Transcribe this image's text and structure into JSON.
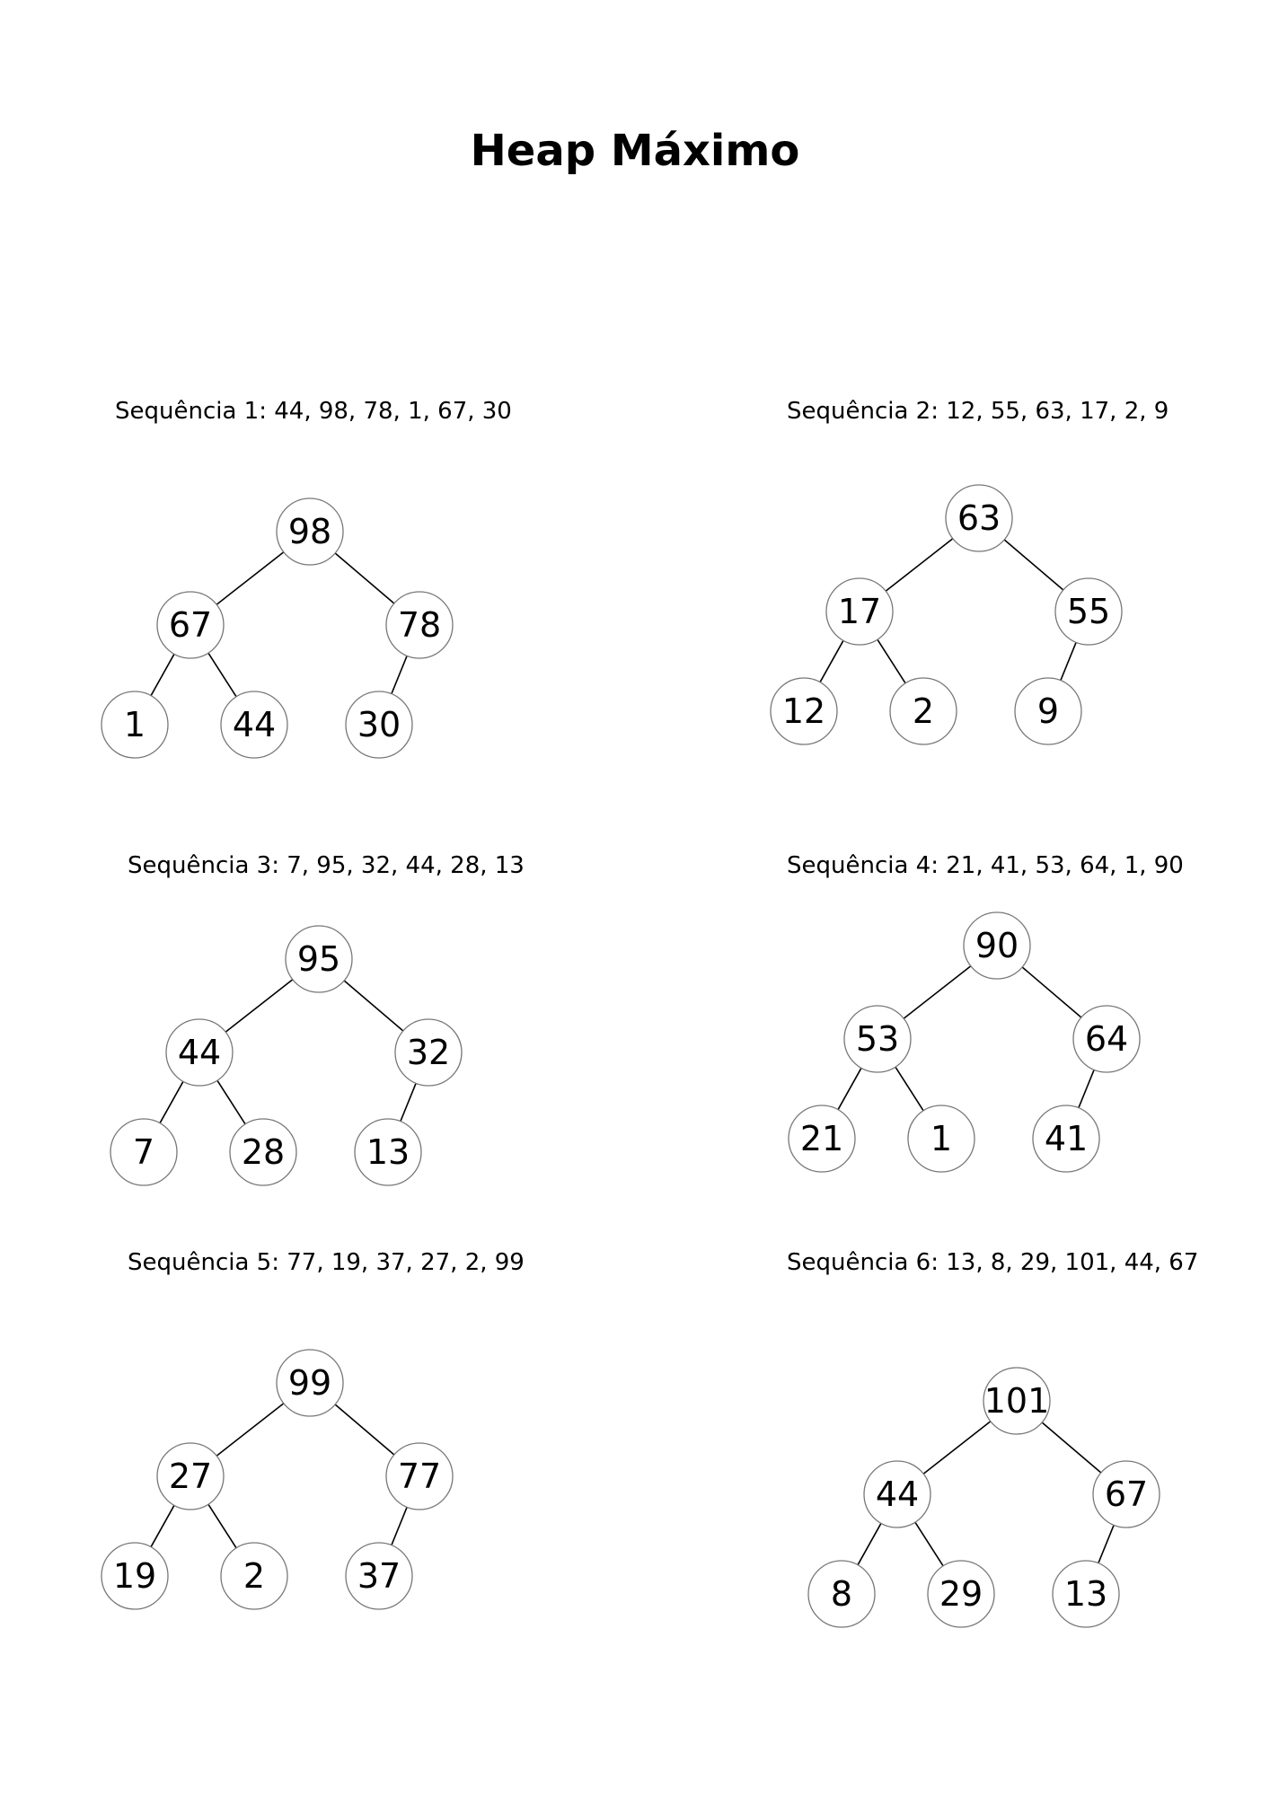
{
  "title": "Heap Máximo",
  "heaps": [
    {
      "label": "Sequência 1: 44, 98, 78, 1, 67, 30",
      "nodes": [
        "98",
        "67",
        "78",
        "1",
        "44",
        "30"
      ]
    },
    {
      "label": "Sequência 2: 12, 55, 63, 17, 2, 9",
      "nodes": [
        "63",
        "17",
        "55",
        "12",
        "2",
        "9"
      ]
    },
    {
      "label": "Sequência 3: 7, 95, 32, 44, 28, 13",
      "nodes": [
        "95",
        "44",
        "32",
        "7",
        "28",
        "13"
      ]
    },
    {
      "label": "Sequência 4: 21, 41, 53, 64, 1, 90",
      "nodes": [
        "90",
        "53",
        "64",
        "21",
        "1",
        "41"
      ]
    },
    {
      "label": "Sequência 5: 77, 19, 37, 27, 2, 99",
      "nodes": [
        "99",
        "27",
        "77",
        "19",
        "2",
        "37"
      ]
    },
    {
      "label": "Sequência 6: 13, 8, 29, 101, 44, 67",
      "nodes": [
        "101",
        "44",
        "67",
        "8",
        "29",
        "13"
      ]
    }
  ]
}
